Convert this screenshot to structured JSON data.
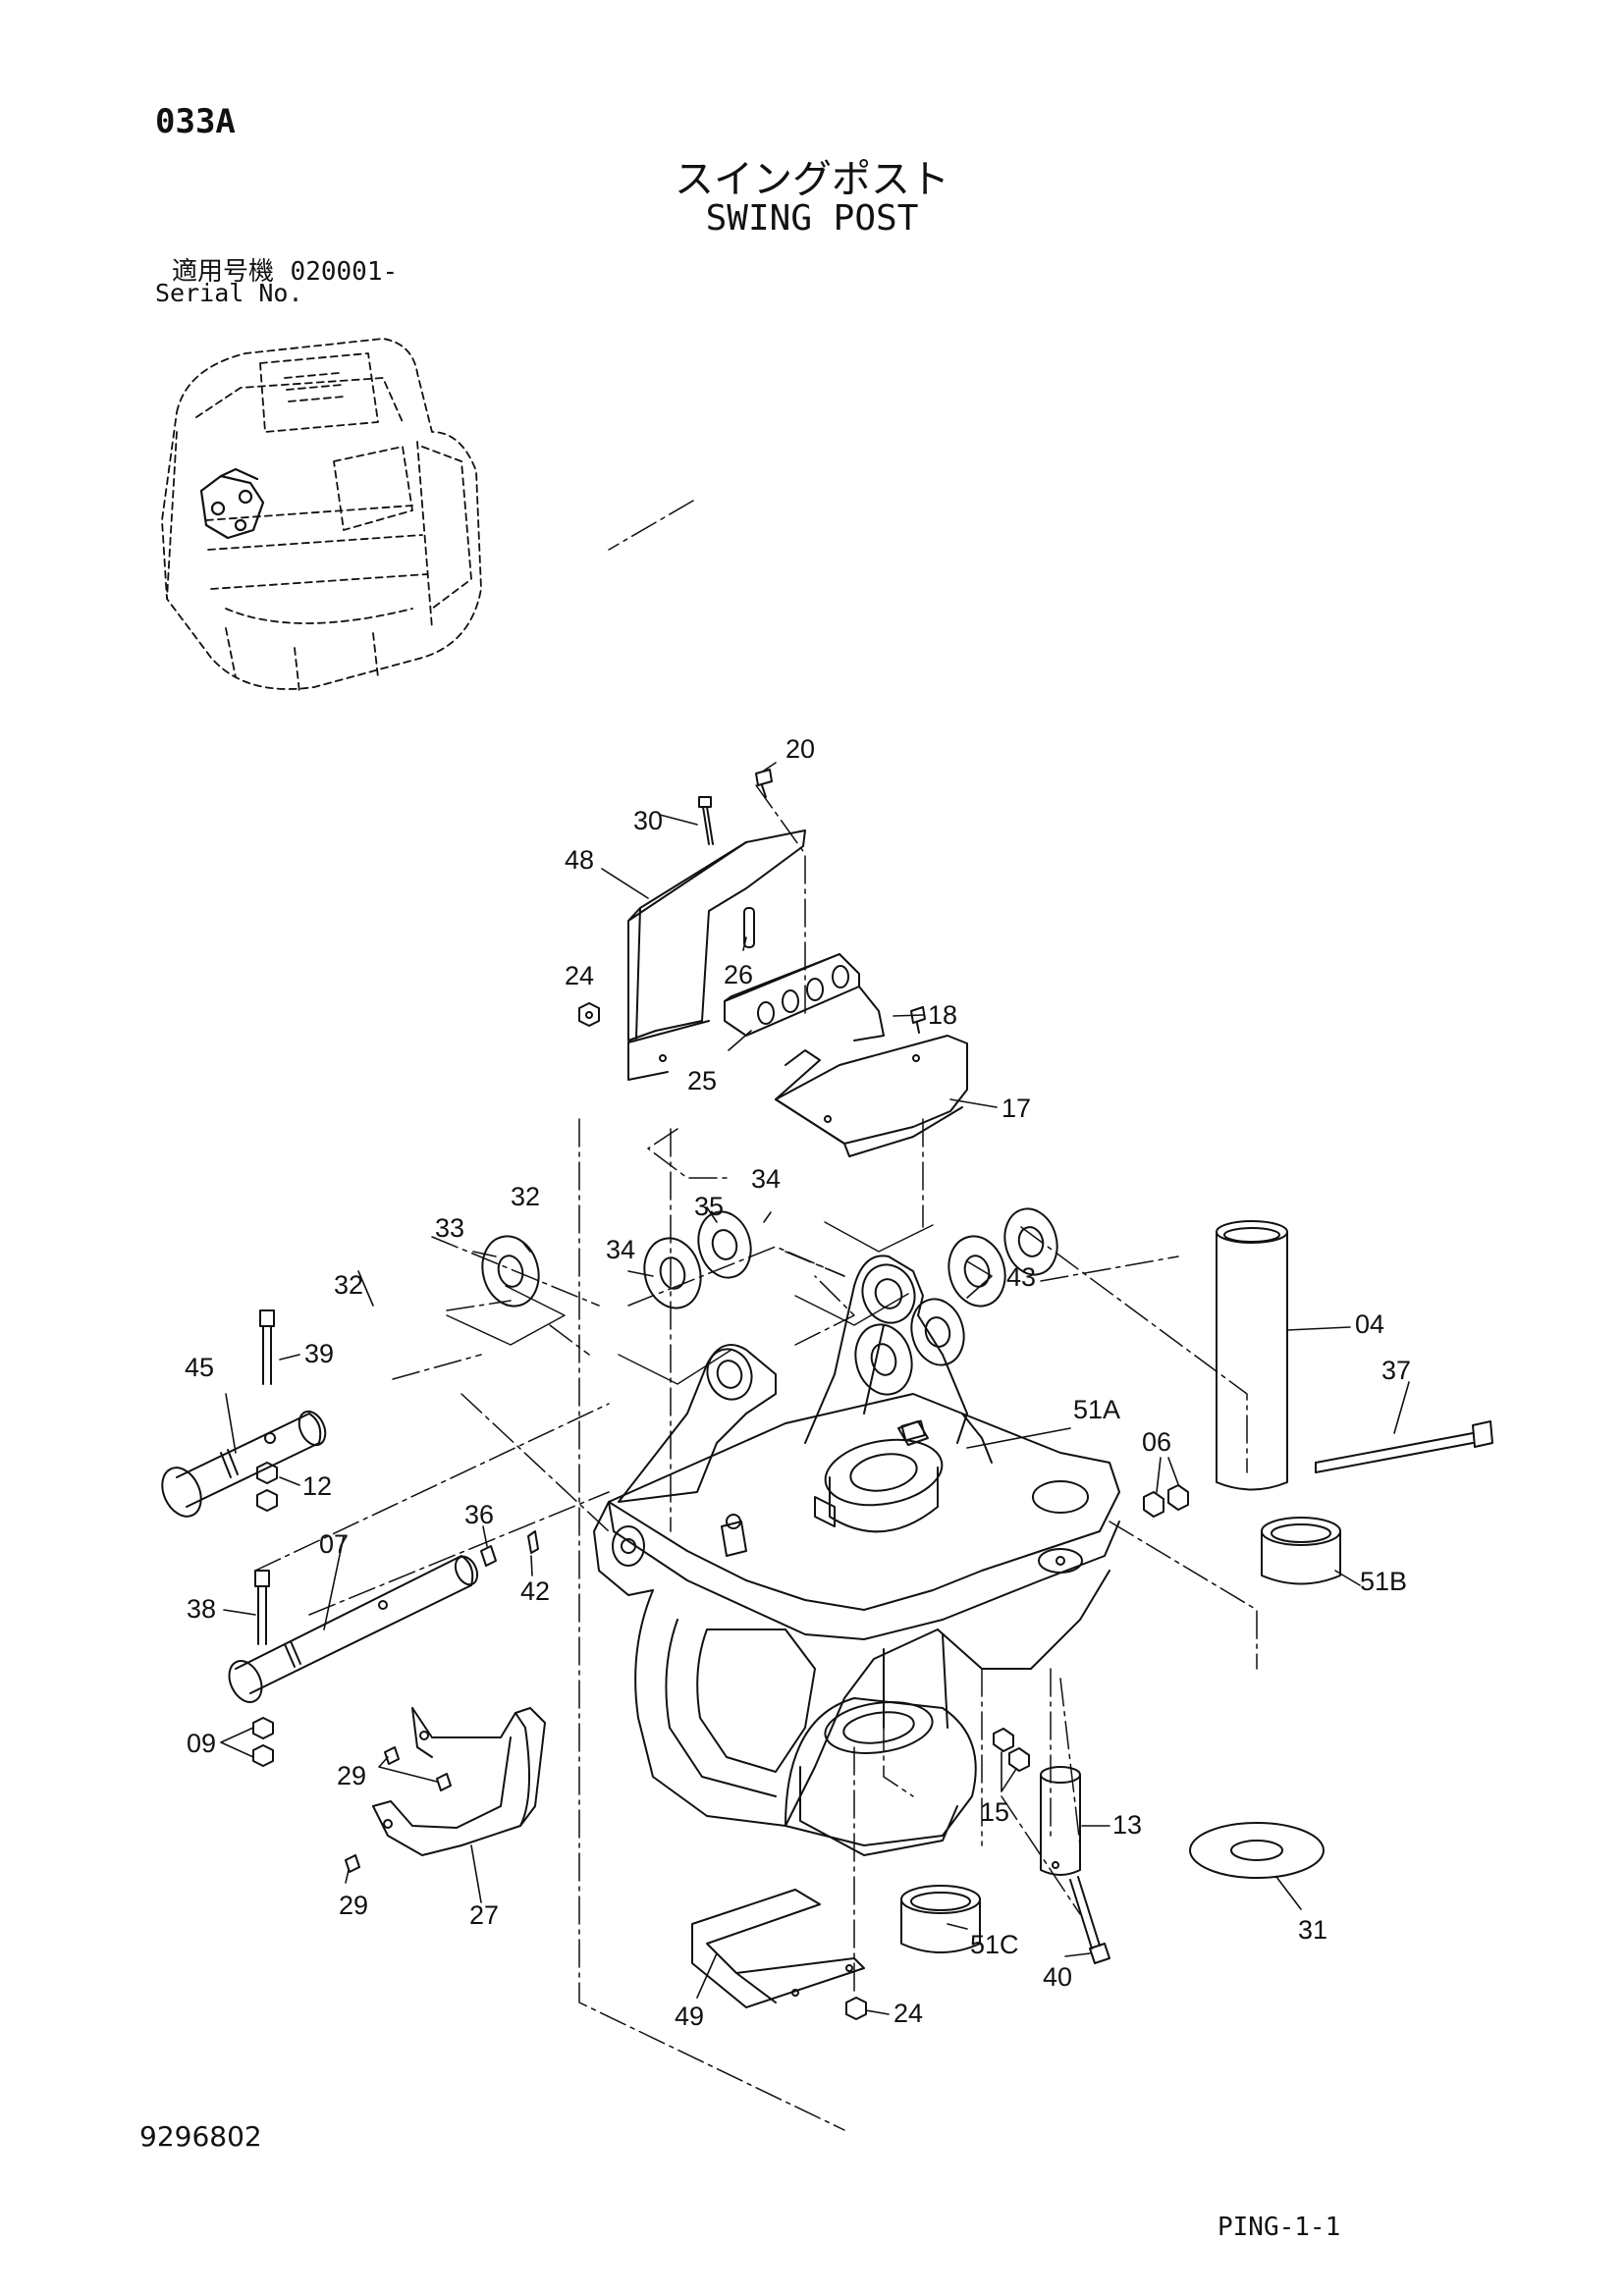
{
  "header": {
    "page_code": "033A",
    "title_jp": "スイングポスト",
    "title_en": "SWING POST",
    "serial_label_jp": "適用号機",
    "serial_value": "020001-",
    "serial_label_en": "Serial No."
  },
  "callouts": {
    "c20": "20",
    "c30": "30",
    "c48": "48",
    "c24a": "24",
    "c26": "26",
    "c18": "18",
    "c25": "25",
    "c17": "17",
    "c33": "33",
    "c32a": "32",
    "c35": "35",
    "c34a": "34",
    "c34b": "34",
    "c43": "43",
    "c32b": "32",
    "c04": "04",
    "c37": "37",
    "c45": "45",
    "c39": "39",
    "c51a": "51A",
    "c06": "06",
    "c12": "12",
    "c36": "36",
    "c07": "07",
    "c42": "42",
    "c51b": "51B",
    "c38": "38",
    "c09": "09",
    "c29a": "29",
    "c15": "15",
    "c13": "13",
    "c29b": "29",
    "c27": "27",
    "c51c": "51C",
    "c31": "31",
    "c40": "40",
    "c49": "49",
    "c24b": "24"
  },
  "footer": {
    "doc_number": "9296802",
    "page_ref": "PING-1-1"
  }
}
